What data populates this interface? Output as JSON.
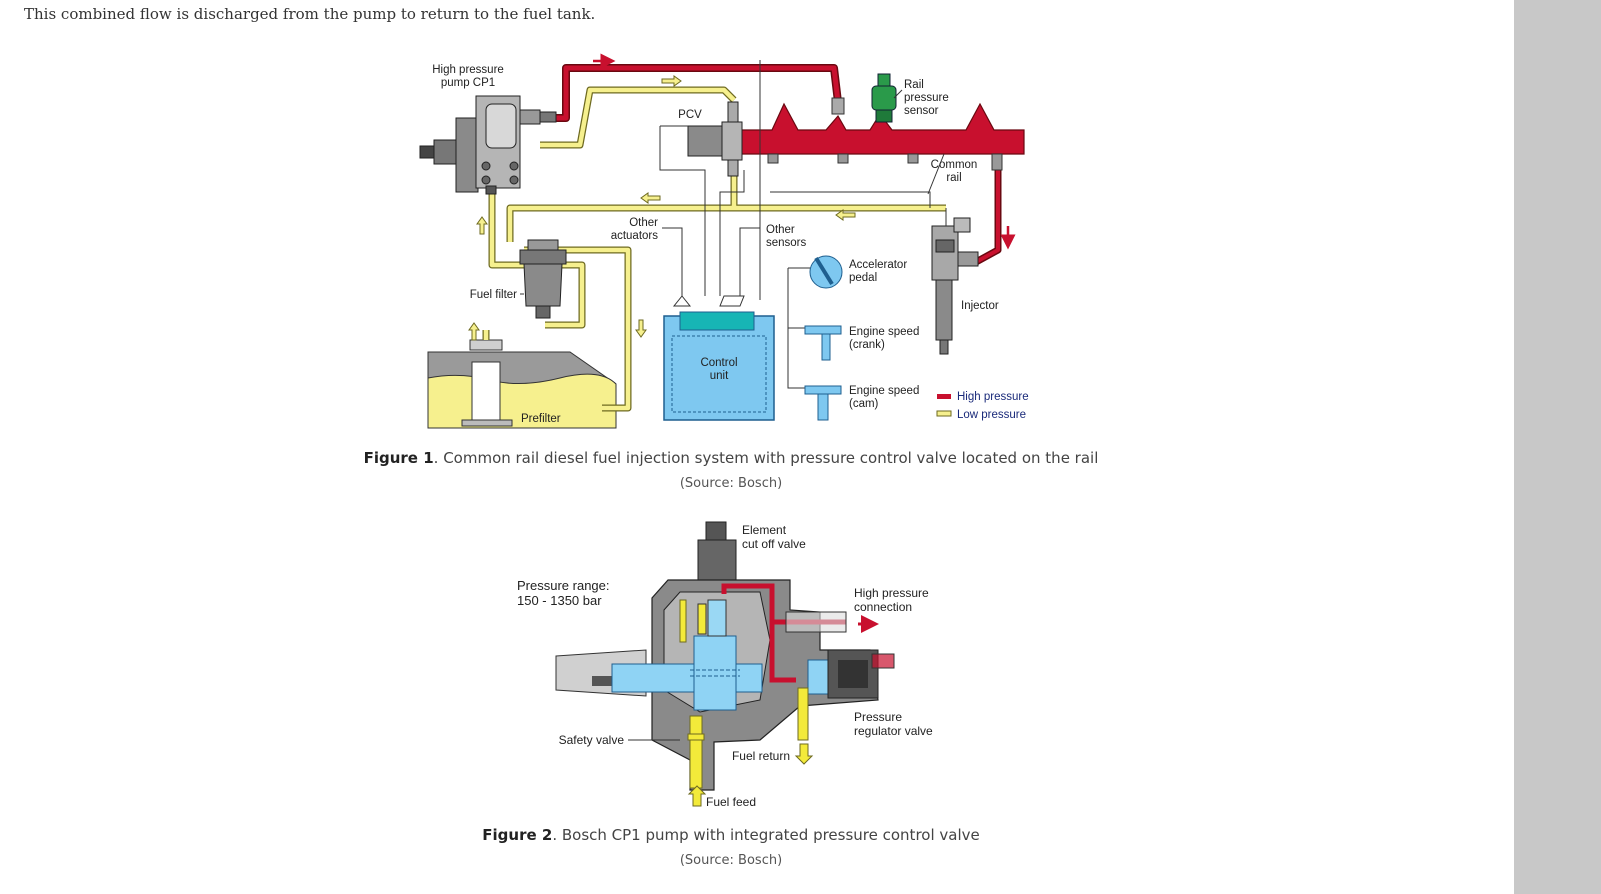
{
  "article": {
    "intro_text": "This combined flow is discharged from the pump to return to the fuel tank."
  },
  "figure1": {
    "labels": {
      "pump_line1": "High pressure",
      "pump_line2": "pump CP1",
      "pcv": "PCV",
      "rail_sensor_1": "Rail",
      "rail_sensor_2": "pressure",
      "rail_sensor_3": "sensor",
      "common_rail_1": "Common",
      "common_rail_2": "rail",
      "other_actuators_1": "Other",
      "other_actuators_2": "actuators",
      "other_sensors_1": "Other",
      "other_sensors_2": "sensors",
      "accel_1": "Accelerator",
      "accel_2": "pedal",
      "fuel_filter": "Fuel filter",
      "injector": "Injector",
      "control_unit_1": "Control",
      "control_unit_2": "unit",
      "crank_1": "Engine speed",
      "crank_2": "(crank)",
      "cam_1": "Engine speed",
      "cam_2": "(cam)",
      "prefilter": "Prefilter"
    },
    "legend": {
      "high": "High pressure",
      "low": "Low pressure"
    },
    "caption_label": "Figure 1",
    "caption_text": ". Common rail diesel fuel injection system with pressure control valve located on the rail",
    "source": "(Source: Bosch)",
    "colors": {
      "high": "#c8102e",
      "low": "#f5ee8a",
      "low_stroke": "#8a8430",
      "ecu": "#7ec8f0",
      "sensor": "#2a9a4a"
    }
  },
  "figure2": {
    "labels": {
      "cutoff_1": "Element",
      "cutoff_2": "cut off valve",
      "range_1": "Pressure range:",
      "range_2": "150 - 1350 bar",
      "hp_conn_1": "High pressure",
      "hp_conn_2": "connection",
      "prv_1": "Pressure",
      "prv_2": "regulator valve",
      "safety": "Safety valve",
      "fuel_return": "Fuel return",
      "fuel_feed": "Fuel feed"
    },
    "caption_label": "Figure 2",
    "caption_text": ". Bosch CP1 pump with integrated pressure control valve",
    "source": "(Source: Bosch)"
  }
}
